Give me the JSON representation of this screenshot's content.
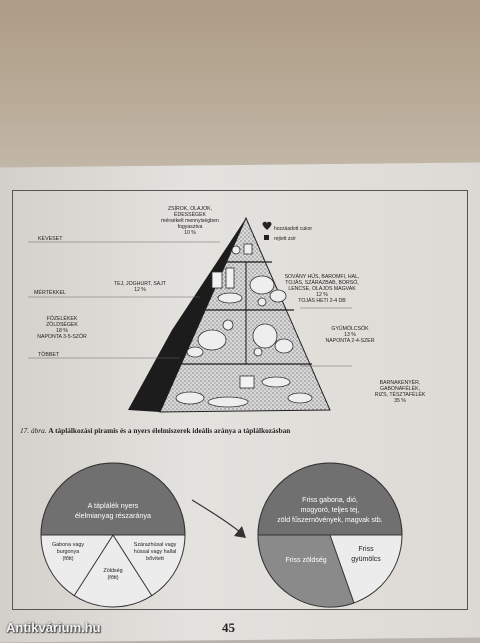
{
  "pyramid": {
    "left_labels": {
      "keveset": "KEVESET",
      "mertekkel": "MÉRTÉKKEL",
      "tobbet": "TÖBBET"
    },
    "top": [
      "ZSÍROK, OLAJOK,",
      "ÉDESSÉGEK",
      "mérsékelt mennyiségben",
      "fogyasztva",
      "10 %"
    ],
    "legend": [
      "hozzáadott cukor",
      "rejtett zsír"
    ],
    "dairy": [
      "TEJ, JOGHURT, SAJT",
      "12 %"
    ],
    "meat": [
      "SOVÁNY HÚS, BAROMFI, HAL,",
      "TOJÁS, SZÁRAZBAB, BORSÓ,",
      "LENCSE, OLAJOS MAGVAK",
      "12 %",
      "TOJÁS HETI 2-4 DB"
    ],
    "veg": [
      "FŐZELÉKEK",
      "ZÖLDSÉGEK",
      "18 %",
      "NAPONTA 3-5-SZÖR"
    ],
    "fruit": [
      "GYÜMÖLCSÖK",
      "13 %",
      "NAPONTA 2-4-SZER"
    ],
    "grain": [
      "BARNAKENYÉR,",
      "GABONAFÉLÉK,",
      "RIZS, TÉSZTAFÉLÉK",
      "35 %"
    ]
  },
  "caption": {
    "number": "17. ábra.",
    "text": "A táplálkozási piramis és a nyers élelmiszerek ideális aránya a táplálkozásban"
  },
  "pie_left": {
    "top": [
      "A táplálék nyers",
      "élelmianyag részaránya"
    ],
    "left": [
      "Gabona vagy",
      "burgonya",
      "(főtt)"
    ],
    "right": [
      "Szárazhúsal vagy",
      "hússal vagy hallal",
      "bővített"
    ],
    "bottom": [
      "Zöldség",
      "(főtt)"
    ]
  },
  "pie_right": {
    "top": [
      "Friss gabona, dió,",
      "mogyoró, teljes tej,",
      "zöld fűszernövények, magvak stb."
    ],
    "left": [
      "Friss zöldség"
    ],
    "right": [
      "Friss",
      "gyümölcs"
    ]
  },
  "page_number": "45",
  "watermark": "Antikvárium.hu"
}
